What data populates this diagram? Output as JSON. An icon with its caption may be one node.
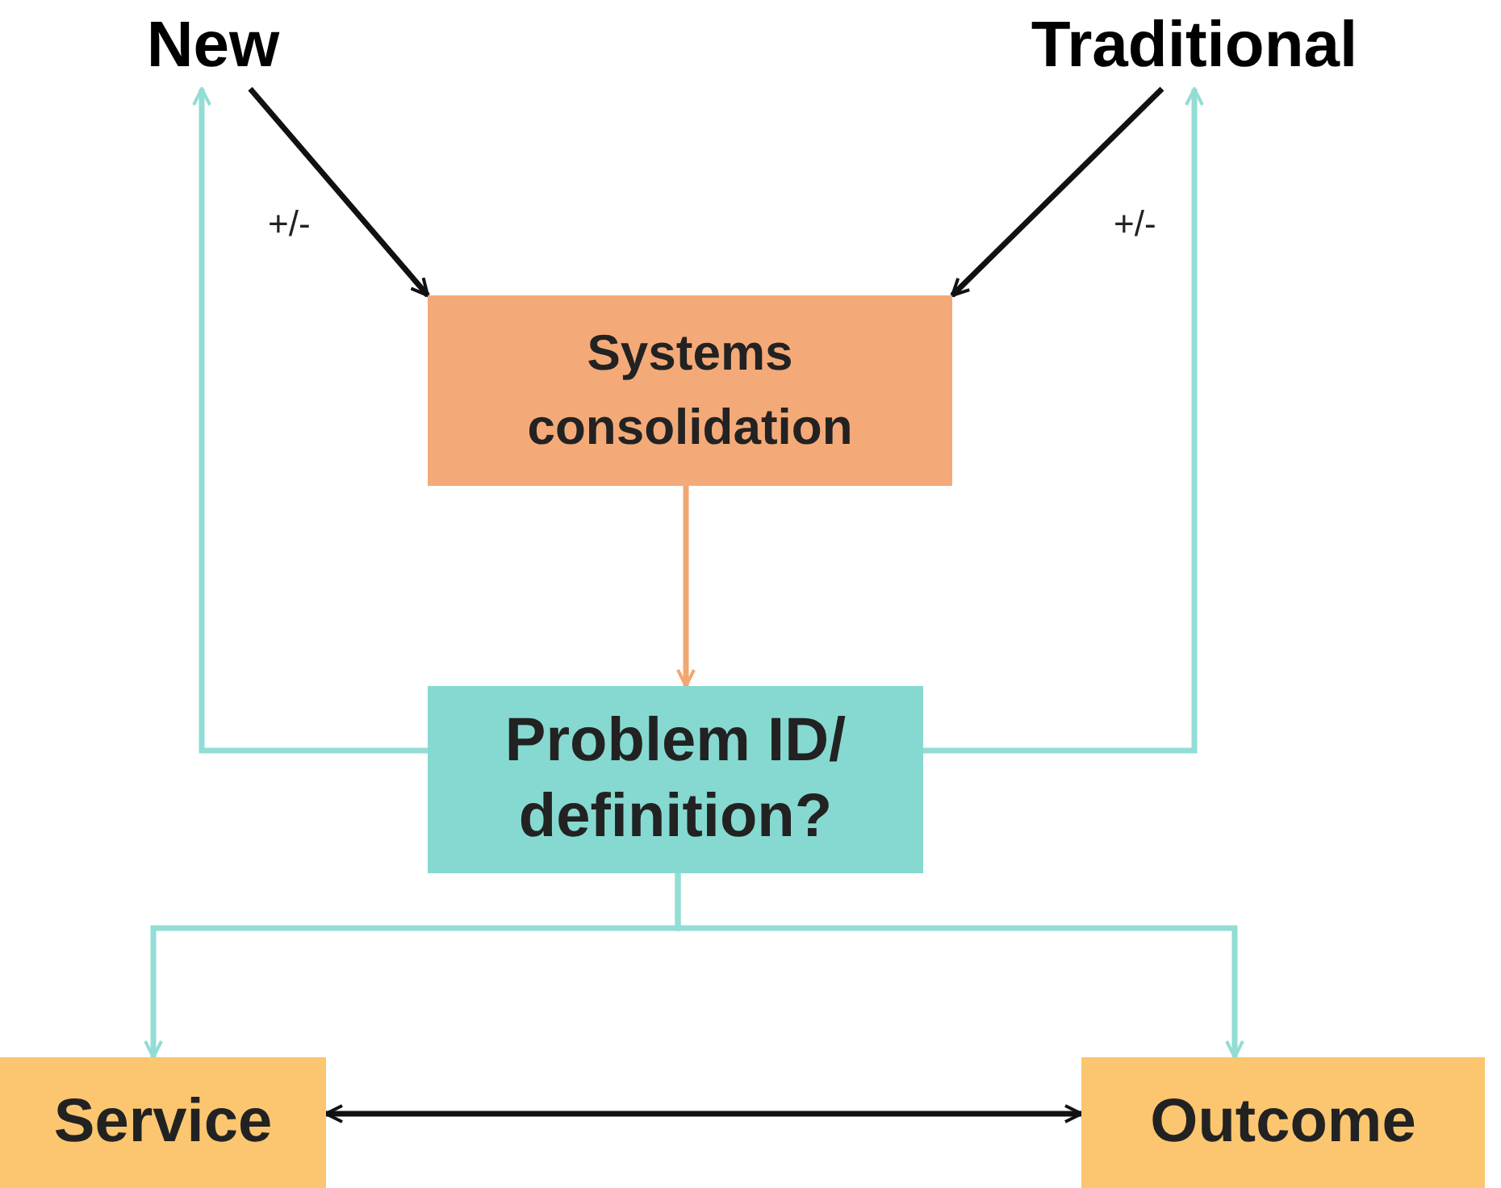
{
  "diagram": {
    "nodes": [
      {
        "text": [
          "New"
        ]
      },
      {
        "text": [
          "Traditional"
        ]
      },
      {
        "text": [
          "Systems consolidation"
        ]
      },
      {
        "text": [
          "Problem ID/ definition?"
        ]
      },
      {
        "text": [
          "Service"
        ]
      },
      {
        "text": [
          "Outcome"
        ]
      }
    ],
    "edges": [
      {
        "from": 0,
        "to": 2,
        "arrow": "to",
        "label": "+/-",
        "color": "#111111"
      },
      {
        "from": 1,
        "to": 2,
        "arrow": "to",
        "label": "+/-",
        "color": "#111111"
      },
      {
        "from": 2,
        "to": 3,
        "arrow": "to",
        "color": "#f2a772"
      },
      {
        "from": 3,
        "to": 0,
        "arrow": "to"
      },
      {
        "from": 3,
        "to": 1,
        "arrow": "to"
      },
      {
        "from": 3,
        "to": 4,
        "arrow": "to"
      },
      {
        "from": 3,
        "to": 5,
        "arrow": "to"
      },
      {
        "from": 4,
        "to": 5,
        "arrow": "both",
        "color": "#111111"
      }
    ]
  }
}
